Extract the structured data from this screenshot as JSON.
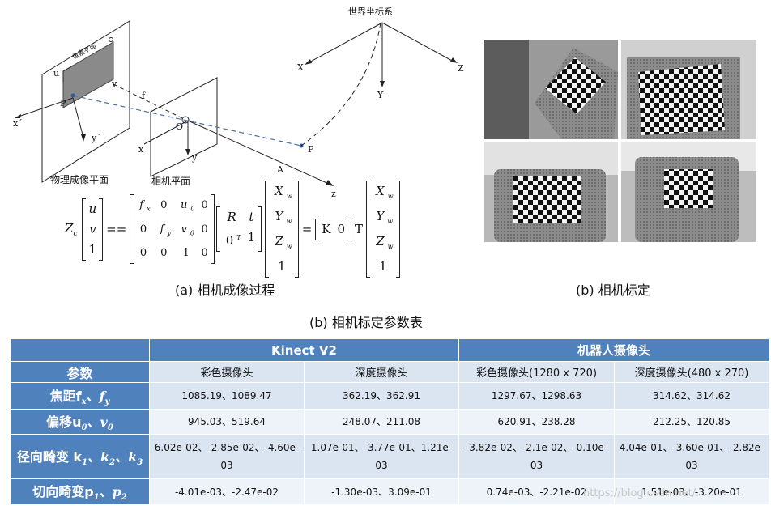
{
  "diagram": {
    "world_frame": "世界坐标系",
    "xw": "X",
    "yw": "Y",
    "zw": "Z",
    "image_plane": "像素平面",
    "u": "u",
    "v": "v",
    "p_small": "P",
    "x_prime": "x´",
    "y_prime": "y´",
    "f": "f",
    "o": "O",
    "x": "x",
    "y": "y",
    "z": "z",
    "P": "P",
    "A": "A",
    "physical_plane": "物理成像平面",
    "camera_plane": "相机平面"
  },
  "equation": {
    "zc": "Z",
    "left_vec": [
      "u",
      "v",
      "1"
    ],
    "eqsign": "==",
    "intrinsic": [
      "f",
      "0",
      "u",
      "0",
      "0",
      "f",
      "v",
      "0",
      "0",
      "0",
      "1",
      "0"
    ],
    "ext": [
      "R",
      "t",
      "0",
      "1"
    ],
    "world_vec": [
      "X",
      "Y",
      "Z",
      "1"
    ],
    "eq2": "=",
    "k0": [
      "K",
      "0"
    ],
    "T": "T"
  },
  "captions": {
    "a": "(a) 相机成像过程",
    "b": "(b) 相机标定",
    "table_title": "(b) 相机标定参数表"
  },
  "table": {
    "group1": "Kinect V2",
    "group2": "机器人摄像头",
    "param_header": "参数",
    "cols": [
      "彩色摄像头",
      "深度摄像头",
      "彩色摄像头(1280 x 720)",
      "深度摄像头(480 x 270)"
    ],
    "rows": [
      {
        "name": "焦距f",
        "cells": [
          "1085.19、1089.47",
          "362.19、362.91",
          "1297.67、1298.63",
          "314.62、314.62"
        ]
      },
      {
        "name": "偏移u",
        "cells": [
          "945.03、519.64",
          "248.07、211.08",
          "620.91、238.28",
          "212.25、120.85"
        ]
      },
      {
        "name": "径向畸变 k",
        "cells": [
          "6.02e-02、-2.85e-02、-4.60e-03",
          "1.07e-01、-3.77e-01、1.21e-03",
          "-3.82e-02、-2.1e-02、-0.10e-03",
          "4.04e-01、-3.60e-01、-2.82e-03"
        ]
      },
      {
        "name": "切向畸变p",
        "cells": [
          "-4.01e-03、-2.47e-02",
          "-1.30e-03、3.09e-01",
          "0.74e-03、-2.21e-02",
          "1.51e-03、-3.20e-01"
        ]
      }
    ]
  },
  "watermark": "https://blog.csdn.net/..."
}
